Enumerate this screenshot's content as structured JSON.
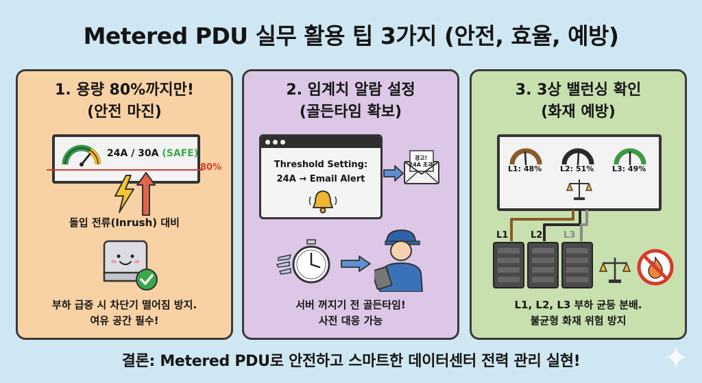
{
  "title": "Metered PDU 실무 활용 팁 3가지 (안전, 효율, 예방)",
  "conclusion": "결론: Metered PDU로 안전하고 스마트한 데이터센터 전력 관리 실현!",
  "panels": [
    {
      "title_line1": "1. 용량 80%까지만!",
      "title_line2": "(안전 마진)",
      "reading_value": "24A / 30A",
      "reading_status": "(SAFE)",
      "threshold_label": "80%",
      "inrush_label": "돌입 전류(Inrush) 대비",
      "caption_line1": "부하 급증 시 차단기 떨어짐 방지.",
      "caption_line2": "여유 공간 필수!",
      "colors": {
        "background": "#f8d2a4",
        "safe": "#3aa84a",
        "threshold": "#d63a2a"
      }
    },
    {
      "title_line1": "2. 임계치 알람 설정",
      "title_line2": "(골든타임 확보)",
      "screen_line1": "Threshold Setting:",
      "screen_line2": "24A → Email Alert",
      "envelope_line1": "경고!",
      "envelope_line2": "24A 초과",
      "caption_line1": "서버 꺼지기 전 골든타임!",
      "caption_line2": "사전 대응 가능",
      "colors": {
        "background": "#dcc7e6",
        "bell": "#f2b531"
      }
    },
    {
      "title_line1": "3. 3상 밸런싱 확인",
      "title_line2": "(화재 예방)",
      "gauges": [
        {
          "label": "L1: 48%",
          "value": 48
        },
        {
          "label": "L2: 51%",
          "value": 51
        },
        {
          "label": "L3: 49%",
          "value": 49
        }
      ],
      "lines": [
        "L1",
        "L2",
        "L3"
      ],
      "caption_line1": "L1, L2, L3 부하 균등 분배.",
      "caption_line2": "불균형 화재 위험 방지",
      "colors": {
        "background": "#c8dfae",
        "gauge_l1": "#8a5a2b",
        "gauge_l2": "#2a2a2a",
        "gauge_l3": "#3a9a44"
      }
    }
  ]
}
